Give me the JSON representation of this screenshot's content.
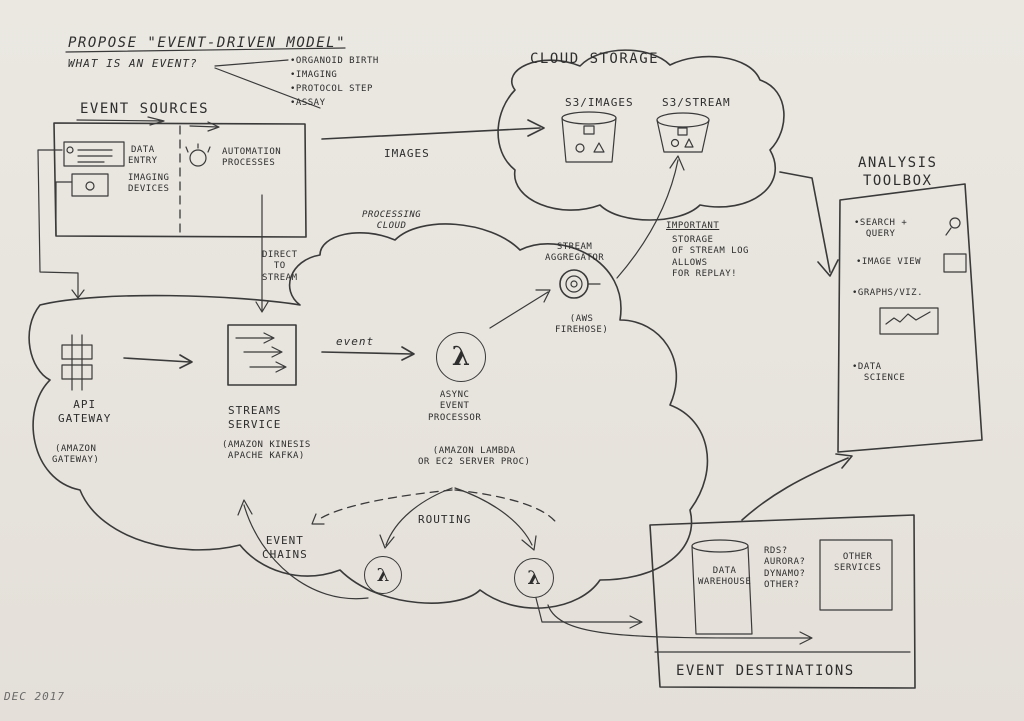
{
  "title": {
    "line1": "PROPOSE \"EVENT-DRIVEN MODEL\"",
    "question": "WHAT IS AN EVENT?",
    "examples": [
      "•ORGANOID BIRTH",
      "•IMAGING",
      "•PROTOCOL STEP",
      "•ASSAY"
    ]
  },
  "sources": {
    "heading": "EVENT SOURCES",
    "data_entry": "DATA\nENTRY",
    "imaging_devices": "IMAGING\nDEVICES",
    "automation": "AUTOMATION\nPROCESSES",
    "direct_to_stream": "DIRECT\nTO\nSTREAM",
    "images_label": "IMAGES"
  },
  "storage": {
    "heading": "CLOUD STORAGE",
    "s3_images": "S3/IMAGES",
    "s3_stream": "S3/STREAM",
    "note_important": "IMPORTANT",
    "note_body": "STORAGE\nOF STREAM LOG\nALLOWS\nFOR REPLAY!"
  },
  "processing": {
    "heading": "PROCESSING\nCLOUD",
    "api_gateway": "API\nGATEWAY",
    "api_gateway_sub": "(AMAZON\nGATEWAY)",
    "streams": "STREAMS\nSERVICE",
    "streams_sub": "(AMAZON KINESIS\nAPACHE KAFKA)",
    "event_label": "event",
    "aggregator": "STREAM\nAGGREGATOR",
    "aggregator_sub": "(AWS\nFIREHOSE)",
    "processor": "ASYNC\nEVENT\nPROCESSOR",
    "processor_sub": "(AMAZON LAMBDA\nOR EC2 SERVER PROC)",
    "routing": "ROUTING",
    "event_chains": "EVENT\nCHAINS",
    "lambda_symbol": "λ"
  },
  "toolbox": {
    "heading": "ANALYSIS\nTOOLBOX",
    "items": [
      "•SEARCH +\n  QUERY",
      "•IMAGE VIEW",
      "•GRAPHS/VIZ.",
      "•DATA\n  SCIENCE"
    ]
  },
  "destinations": {
    "heading": "EVENT DESTINATIONS",
    "warehouse": "DATA\nWAREHOUSE",
    "options": "RDS?\nAURORA?\nDYNAMO?\nOTHER?",
    "other_services": "OTHER\nSERVICES"
  },
  "footer": {
    "date": "DEC 2017"
  },
  "icons": {
    "api_gateway": "gateway-icon",
    "streams": "stream-arrows-icon",
    "aggregator": "target-icon",
    "s3": "bucket-icon",
    "search": "magnifier-icon",
    "image_view": "image-icon",
    "graph": "line-graph-icon"
  },
  "colors": {
    "paper": "#e7e3dc",
    "ink": "#3a3a3a"
  }
}
